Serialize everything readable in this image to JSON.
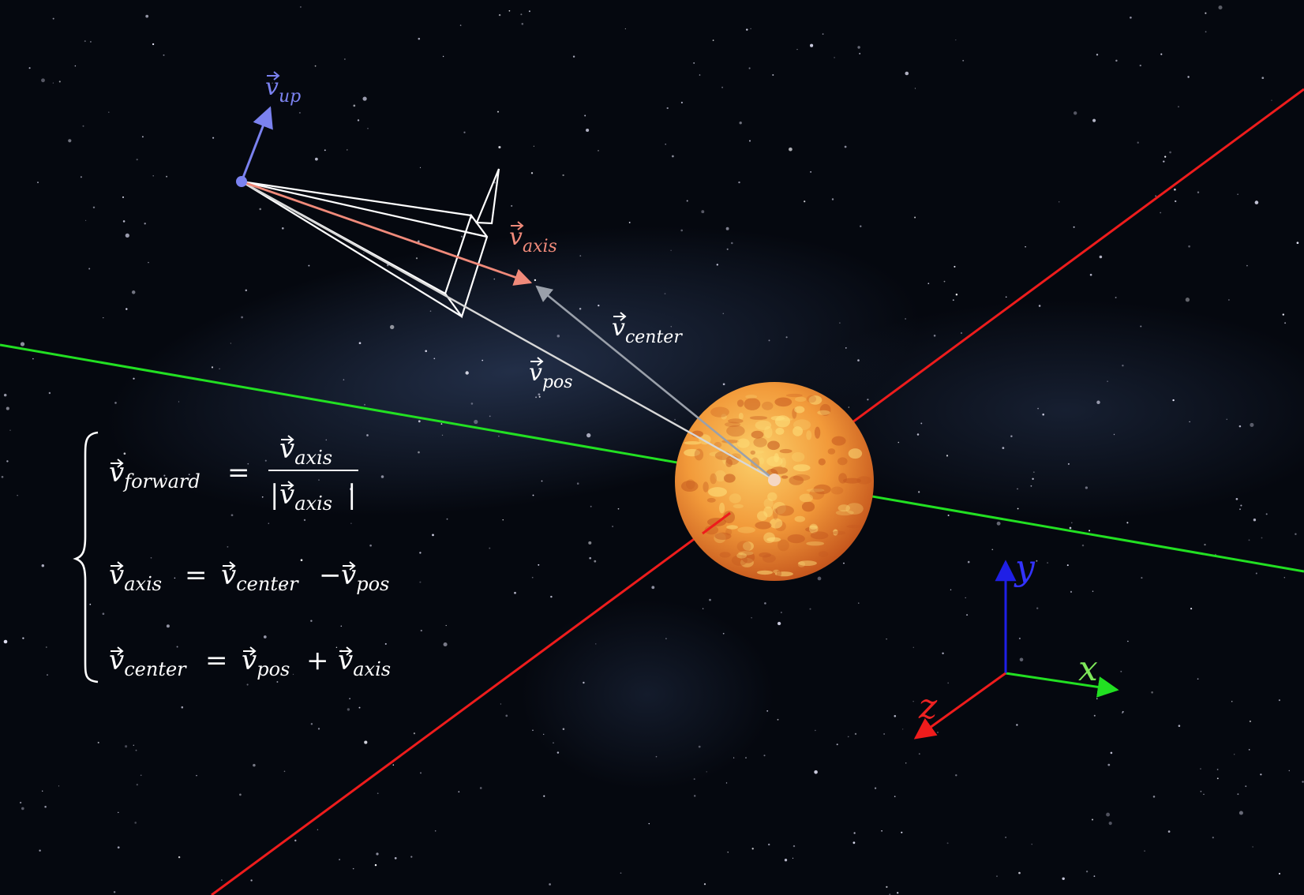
{
  "colors": {
    "space": "#05080f",
    "x_axis": "#22e022",
    "y_axis": "#1f1fe6",
    "z_axis": "#ee1c1c",
    "x_label": "#7ee85a",
    "y_label": "#3333ff",
    "z_label": "#ee2222",
    "up_vector": "#7b82f0",
    "axis_vector": "#f08a7a",
    "center_vector": "#9aa0aa",
    "pos_vector": "#d8d8d8",
    "frustum": "#ffffff",
    "sun_core": "#f7b24a",
    "sun_edge": "#c4541c"
  },
  "icons": {
    "camera": "camera-frustum-icon",
    "sun": "sun-sphere-icon"
  },
  "labels": {
    "v_up": {
      "base": "v",
      "sub": "up"
    },
    "v_axis": {
      "base": "v",
      "sub": "axis"
    },
    "v_center": {
      "base": "v",
      "sub": "center"
    },
    "v_pos": {
      "base": "v",
      "sub": "pos"
    },
    "x": "x",
    "y": "y",
    "z": "z"
  },
  "equations": {
    "forward": {
      "lhs_sub": "forward",
      "eq": "=",
      "num_sub": "axis",
      "den_sub": "axis"
    },
    "axis": {
      "lhs_sub": "axis",
      "eq": "=",
      "a_sub": "center",
      "op": "−",
      "b_sub": "pos"
    },
    "center": {
      "lhs_sub": "center",
      "eq": "=",
      "a_sub": "pos",
      "op": "+",
      "b_sub": "axis"
    },
    "base": "v"
  }
}
